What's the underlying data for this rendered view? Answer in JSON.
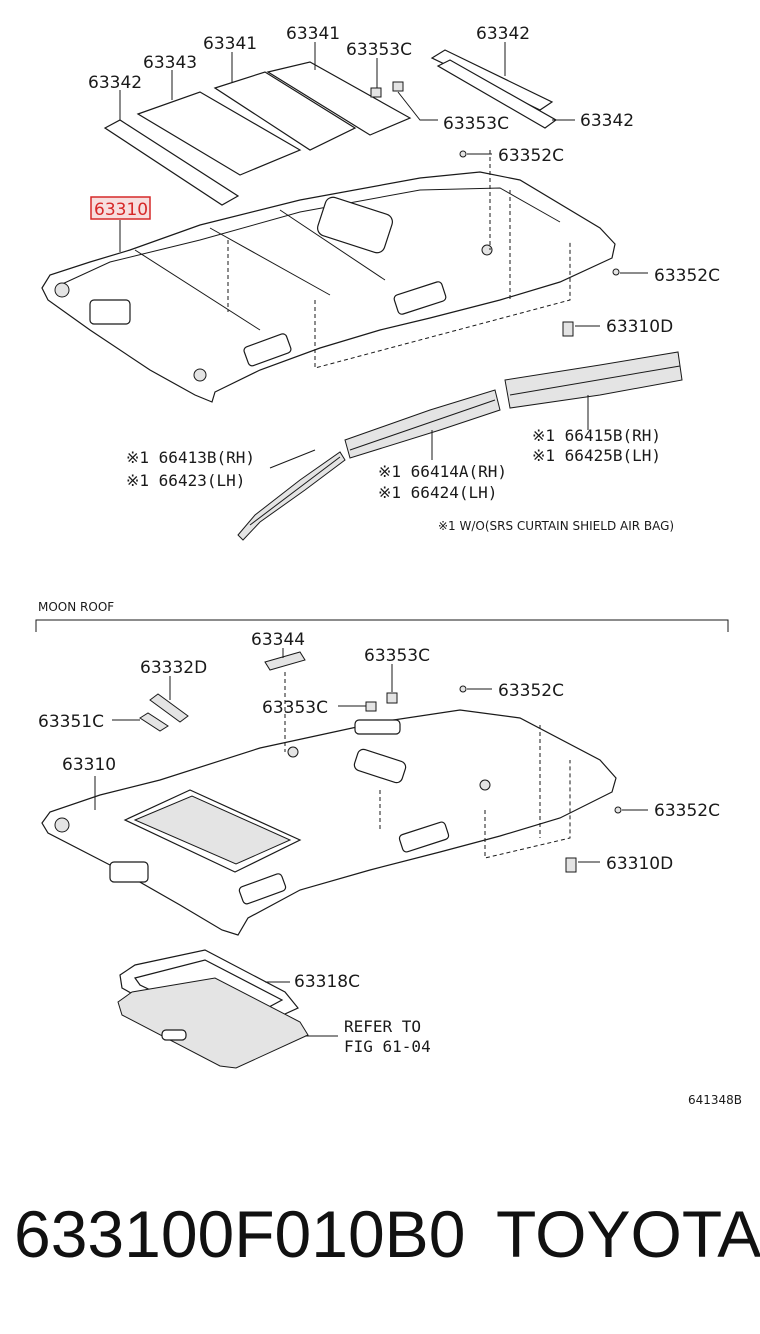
{
  "diagram": {
    "upper_labels": {
      "p63341a": "63341",
      "p63341b": "63341",
      "p63342a": "63342",
      "p63343": "63343",
      "p63353c_top": "63353C",
      "p63342_topright": "63342",
      "p63353c_mid": "63353C",
      "p63342_right": "63342",
      "p63352c_top": "63352C",
      "p63310_highlight": "63310",
      "p63352c_right": "63352C",
      "p63310d": "63310D",
      "p66413b": "※1 66413B(RH)",
      "p66423": "※1 66423(LH)",
      "p66414a": "※1 66414A(RH)",
      "p66424": "※1 66424(LH)",
      "p66415b": "※1 66415B(RH)",
      "p66425b": "※1 66425B(LH)",
      "footnote": "※1 W/O(SRS CURTAIN SHIELD AIR BAG)"
    },
    "moonroof": {
      "section_title": "MOON ROOF",
      "p63344": "63344",
      "p63332d": "63332D",
      "p63353c_a": "63353C",
      "p63353c_b": "63353C",
      "p63352c_a": "63352C",
      "p63351c": "63351C",
      "p63310": "63310",
      "p63352c_b": "63352C",
      "p63310d": "63310D",
      "p63318c": "63318C",
      "refer_line1": "REFER TO",
      "refer_line2": "FIG 61-04"
    },
    "figure_code": "641348B"
  },
  "footer": {
    "part_number": "633100F010B0",
    "brand": "TOYOTA"
  },
  "colors": {
    "highlight_border": "#d62828",
    "highlight_fill": "#f7dede",
    "ink": "#1a1a1a"
  }
}
